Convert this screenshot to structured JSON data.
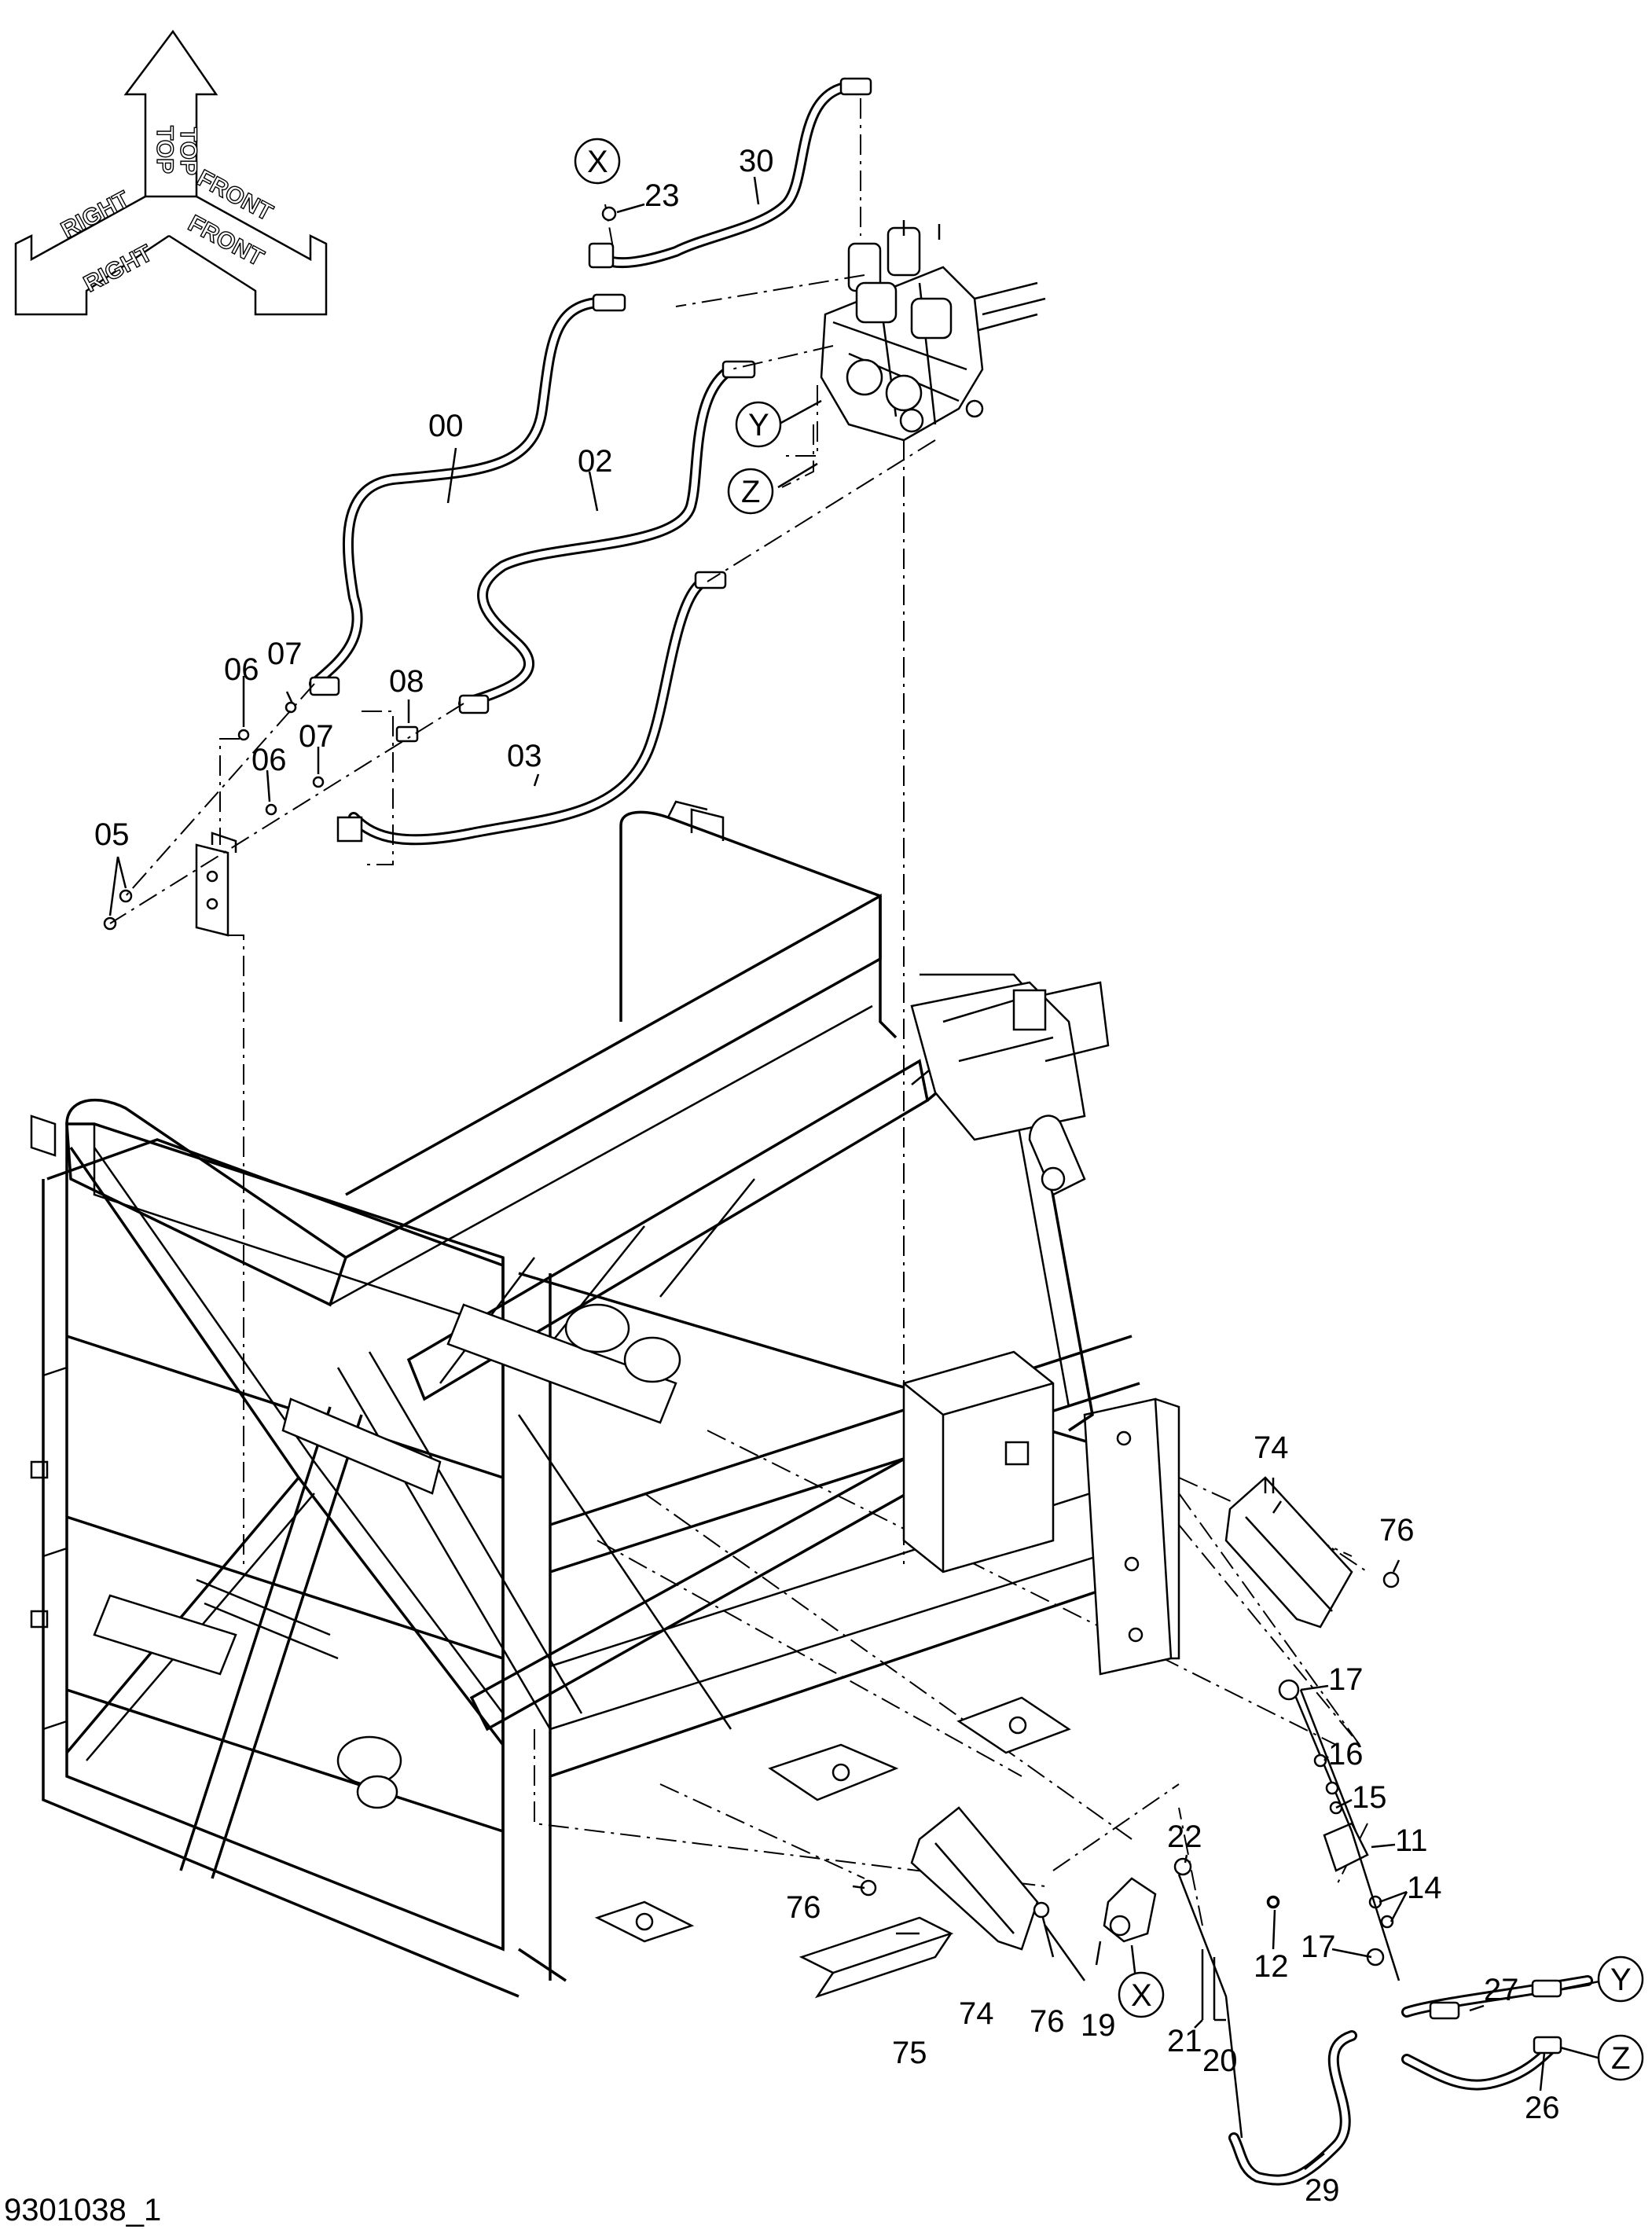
{
  "orientation": {
    "top_label": "TOP",
    "top_label_mirrored": "TOP",
    "right_label": "RIGHT",
    "right_label_mirrored": "RIGHT",
    "front_label": "FRONT",
    "front_label_mirrored": "FRONT"
  },
  "callouts": {
    "c00": "00",
    "c02": "02",
    "c03": "03",
    "c05": "05",
    "c06a": "06",
    "c06b": "06",
    "c07a": "07",
    "c07b": "07",
    "c08": "08",
    "c11": "11",
    "c12": "12",
    "c14": "14",
    "c15": "15",
    "c16": "16",
    "c17a": "17",
    "c17b": "17",
    "c19": "19",
    "c20": "20",
    "c21": "21",
    "c22": "22",
    "c23": "23",
    "c26": "26",
    "c27": "27",
    "c29": "29",
    "c30": "30",
    "c74a": "74",
    "c74b": "74",
    "c75": "75",
    "c76a": "76",
    "c76b": "76",
    "c76c": "76"
  },
  "connectors": {
    "x_top": "X",
    "x_bottom": "X",
    "y_valve": "Y",
    "y_right": "Y",
    "z_valve": "Z",
    "z_right": "Z"
  },
  "figure_id": "9301038_1"
}
